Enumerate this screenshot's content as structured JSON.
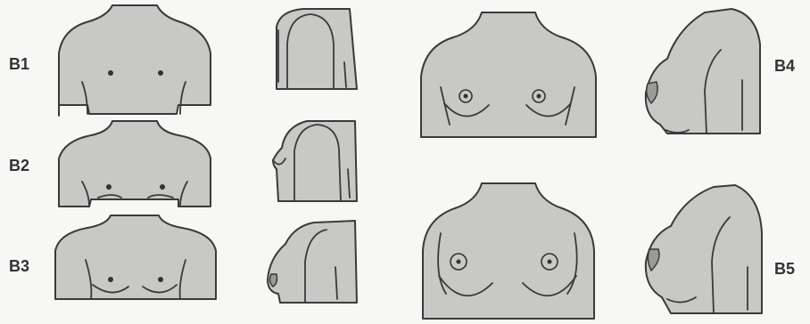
{
  "diagram": {
    "stages": [
      {
        "id": "b1",
        "label": "B1"
      },
      {
        "id": "b2",
        "label": "B2"
      },
      {
        "id": "b3",
        "label": "B3"
      },
      {
        "id": "b4",
        "label": "B4"
      },
      {
        "id": "b5",
        "label": "B5"
      }
    ]
  }
}
